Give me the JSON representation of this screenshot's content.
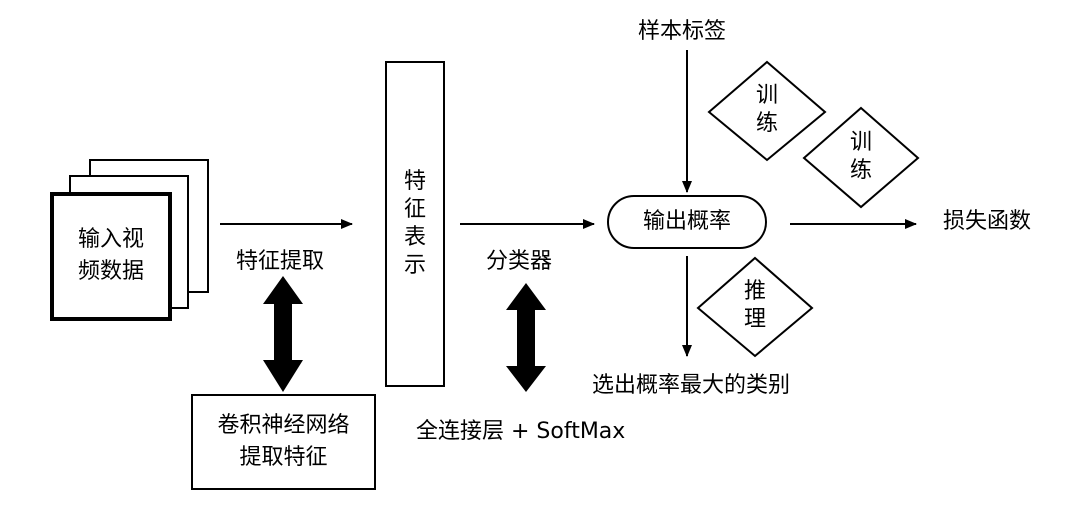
{
  "input_stack": {
    "line1": "输入视",
    "line2": "频数据"
  },
  "feature_extract_label": "特征提取",
  "cnn_box": {
    "line1": "卷积神经网络",
    "line2": "提取特征"
  },
  "feature_repr": [
    "特",
    "征",
    "表",
    "示"
  ],
  "classifier_label": "分类器",
  "fc_label": "全连接层 + SoftMax",
  "sample_label": "样本标签",
  "output_prob": "输出概率",
  "loss_label": "损失函数",
  "select_label": "选出概率最大的类别",
  "train_diamond_1": [
    "训",
    "练"
  ],
  "train_diamond_2": [
    "训",
    "练"
  ],
  "infer_diamond": [
    "推",
    "理"
  ]
}
